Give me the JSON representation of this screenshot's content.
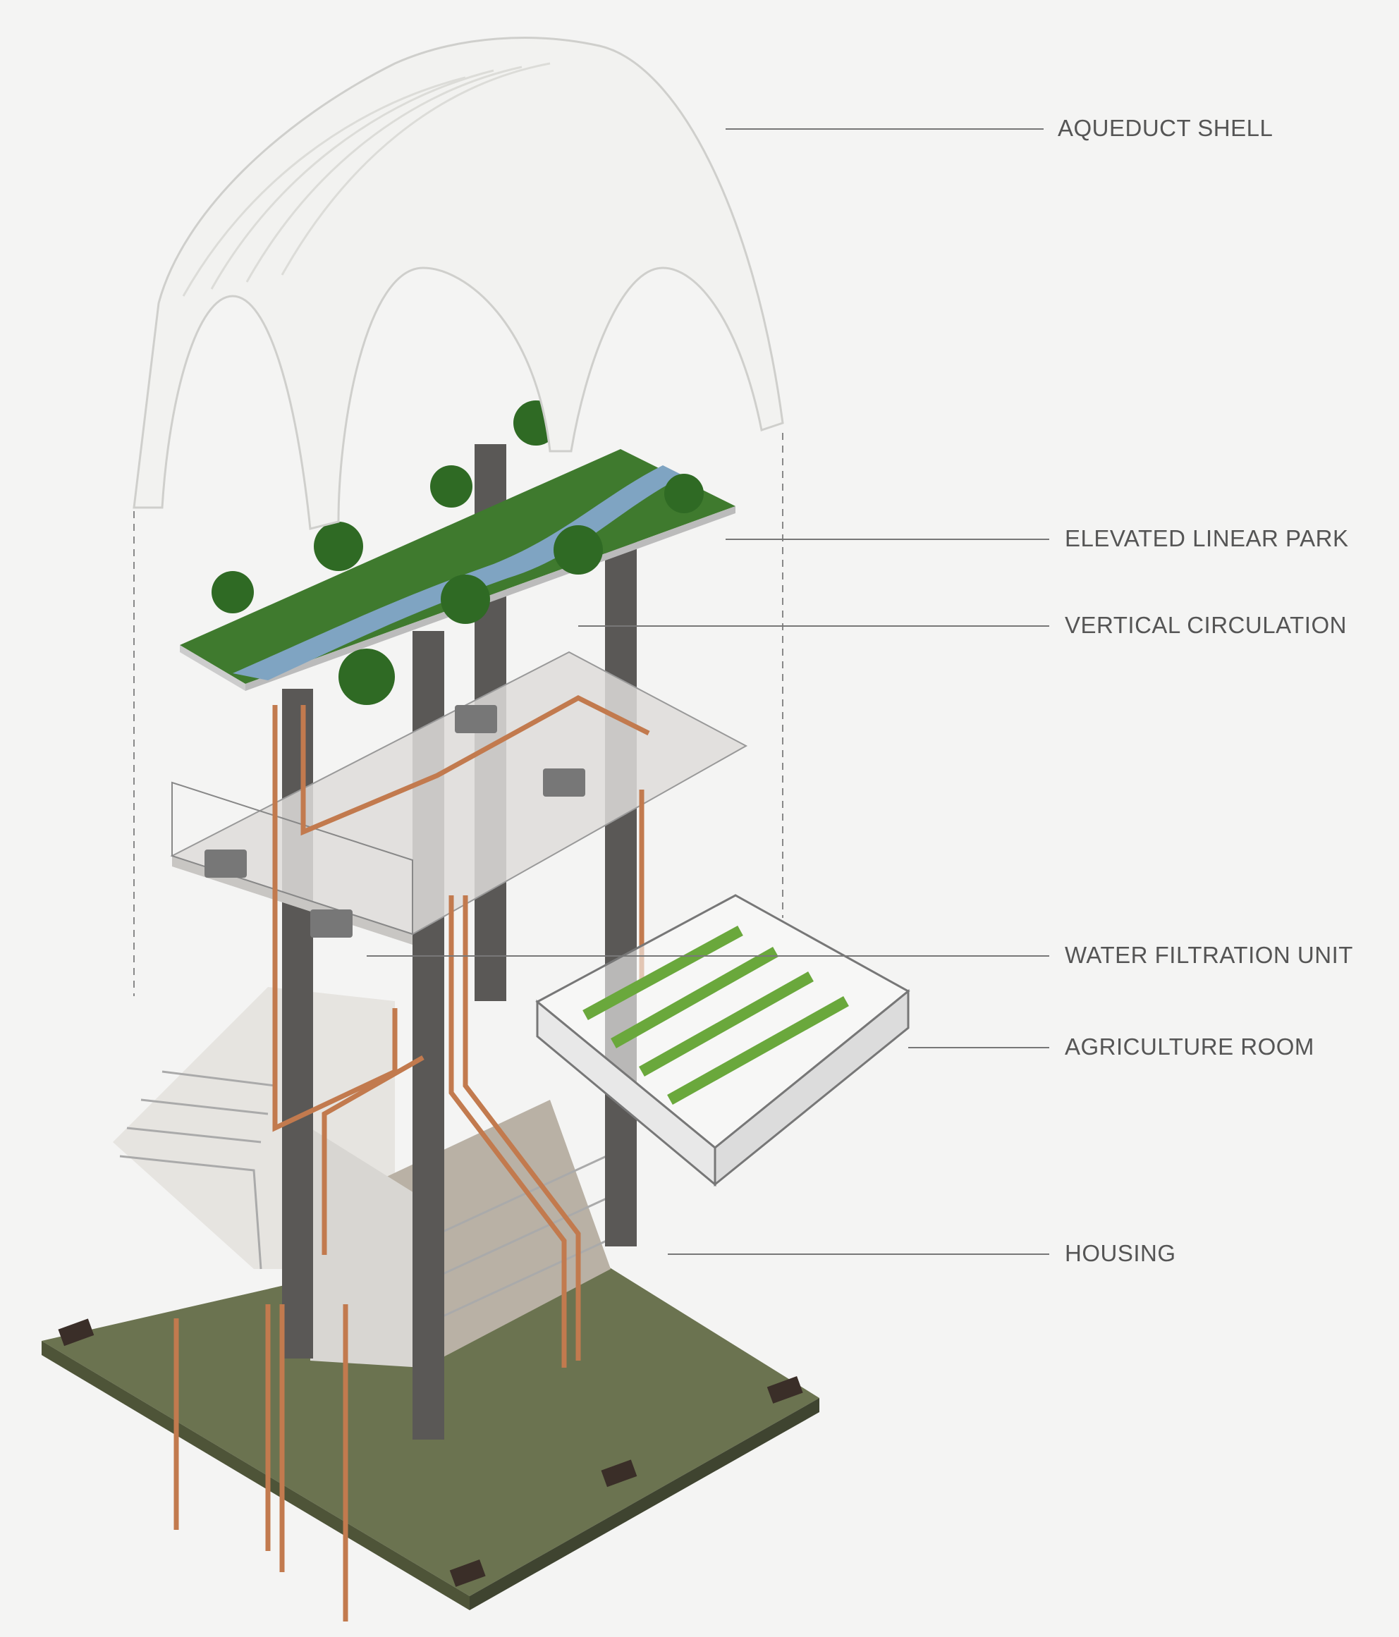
{
  "diagram": {
    "labels": {
      "aqueduct_shell": "AQUEDUCT SHELL",
      "elevated_linear_park": "ELEVATED LINEAR PARK",
      "vertical_circulation": "VERTICAL CIRCULATION",
      "water_filtration_unit": "WATER FILTRATION UNIT",
      "agriculture_room": "AGRICULTURE ROOM",
      "housing": "HOUSING"
    },
    "colors": {
      "shell": "#f2f2f0",
      "greenery": "#3f7a2e",
      "water": "#7fa4c2",
      "copper": "#c27a4e",
      "column": "#5a5856",
      "ground": "#6b7350",
      "housing": "#dcdad6"
    }
  }
}
